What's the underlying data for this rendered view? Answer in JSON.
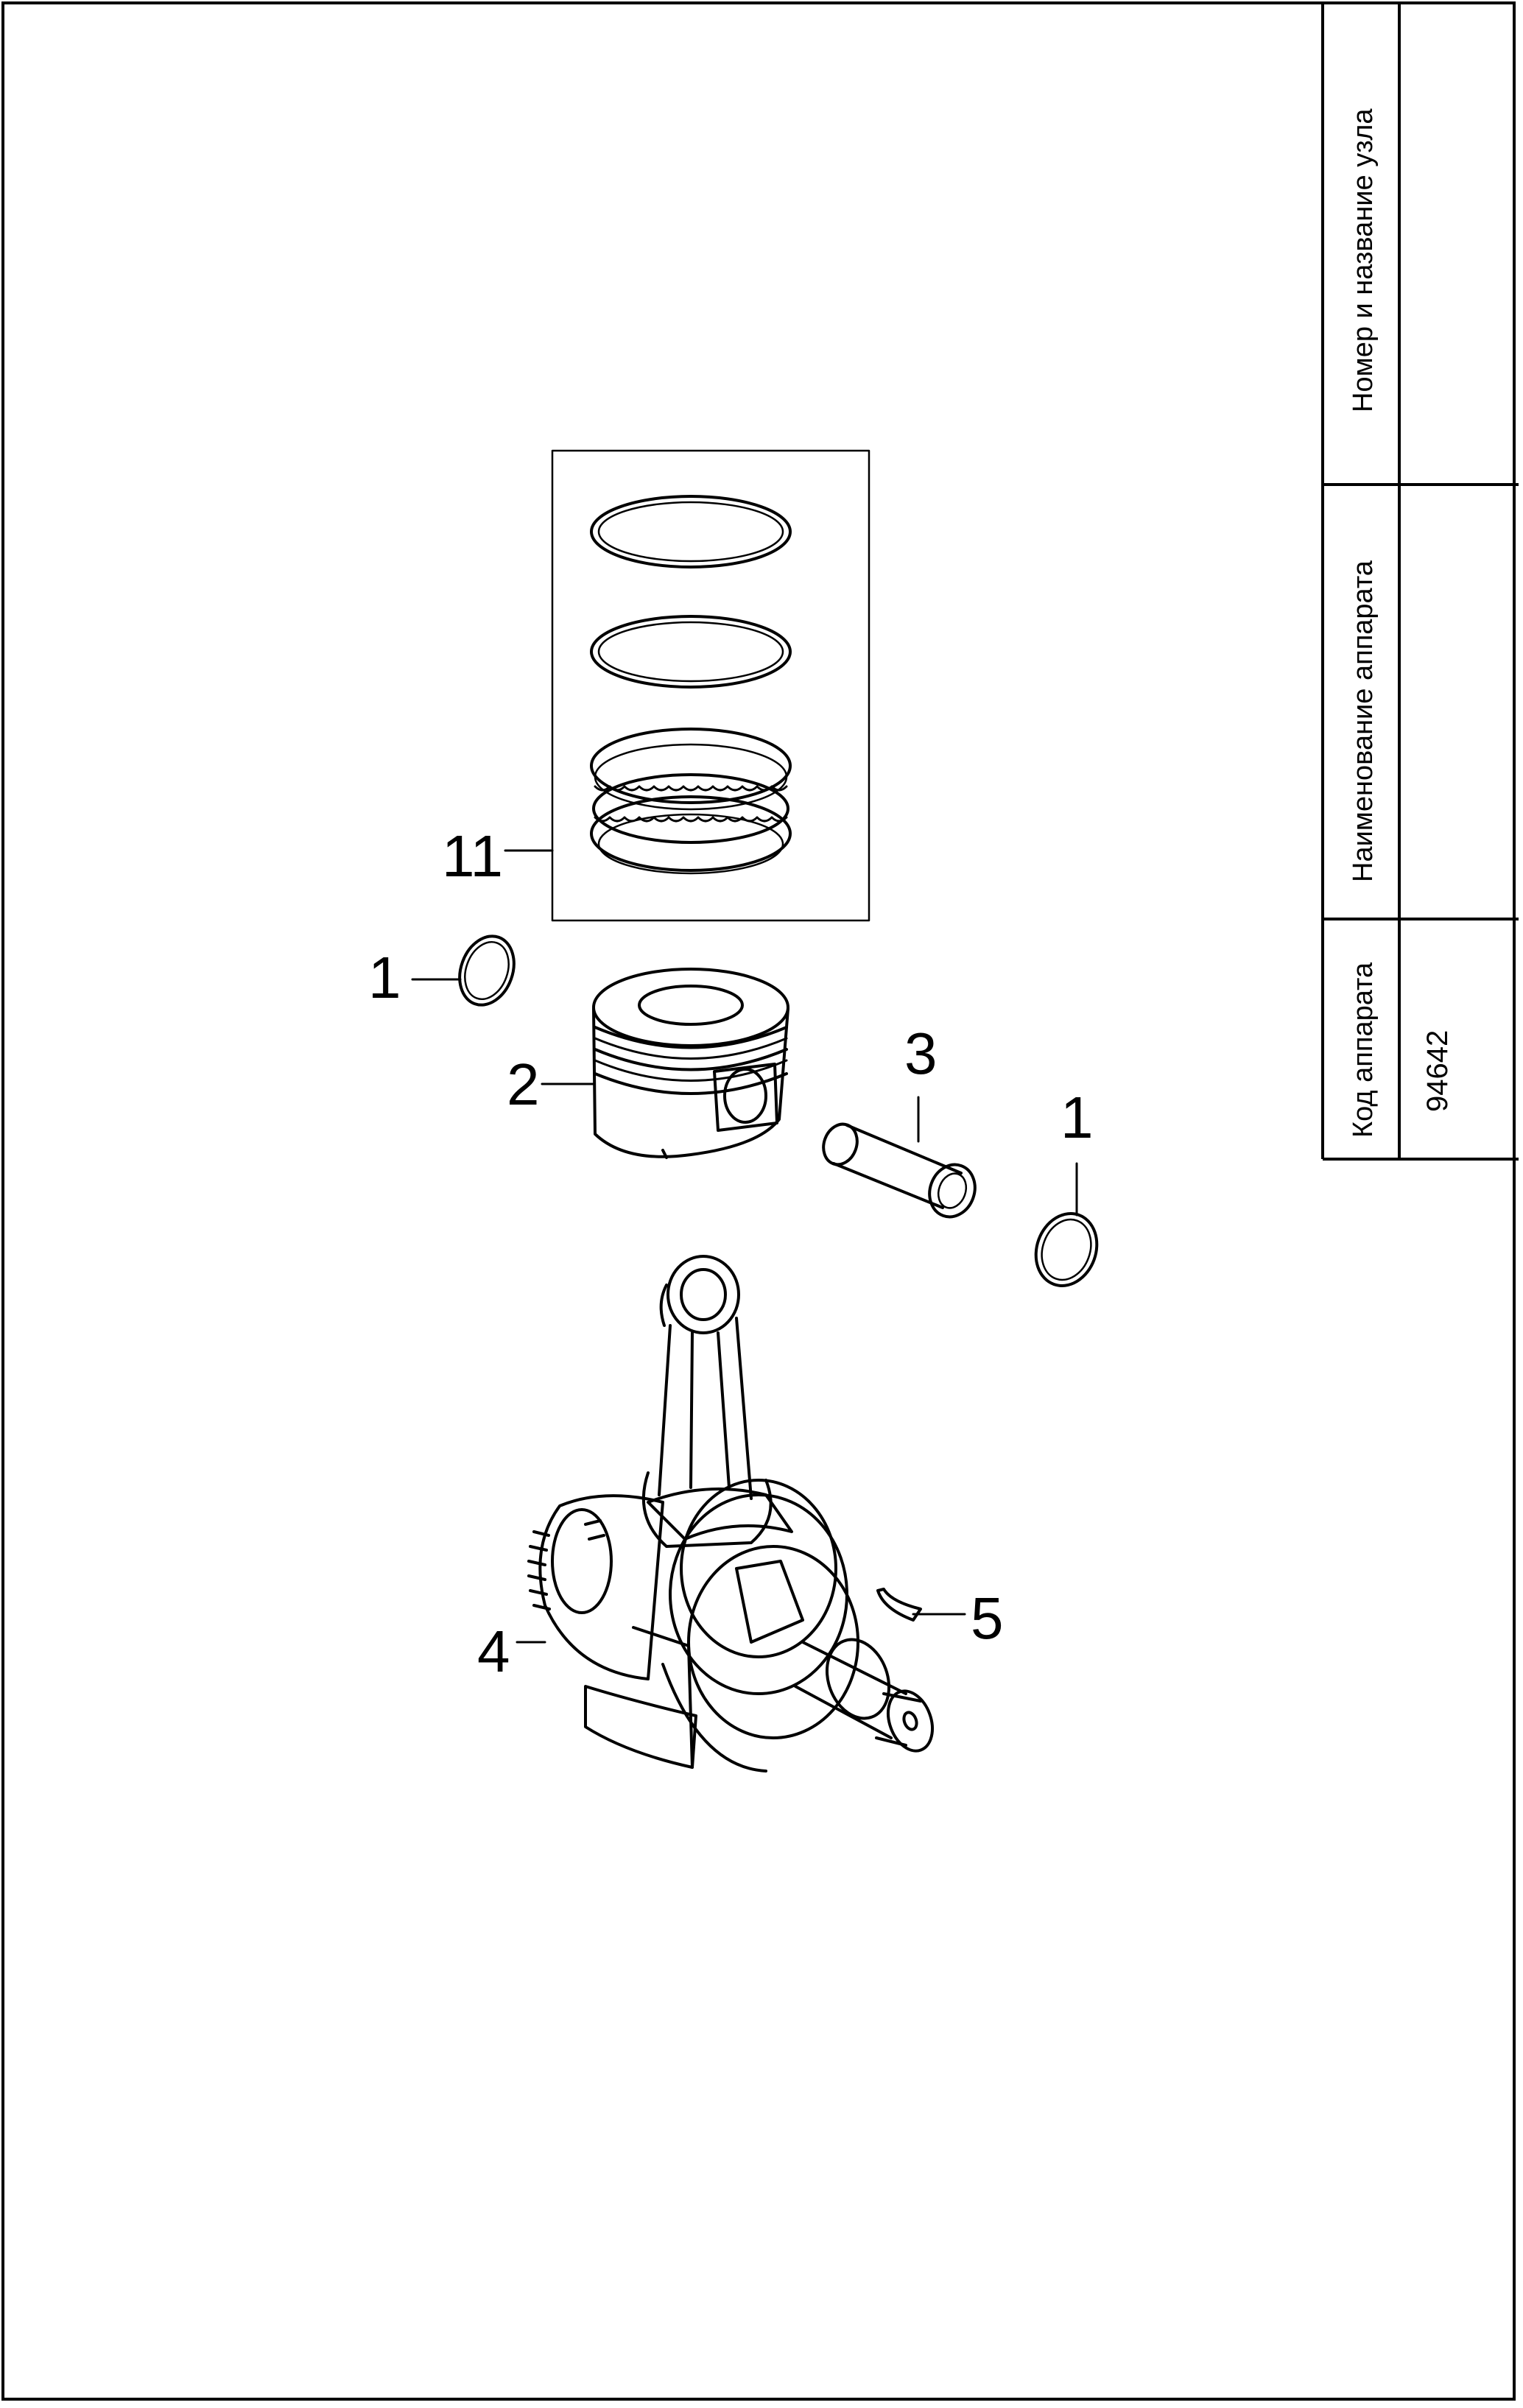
{
  "title_block": {
    "col1_label": "Номер и название узла",
    "col1_value": "",
    "col2_label": "Наименование аппарата",
    "col2_value": "",
    "col3_label": "Код аппарата",
    "col3_value": "94642"
  },
  "callouts": {
    "ring_set": "11",
    "circlip_upper": "1",
    "piston": "2",
    "piston_pin": "3",
    "circlip_lower": "1",
    "crankshaft": "4",
    "woodruff_key": "5"
  }
}
